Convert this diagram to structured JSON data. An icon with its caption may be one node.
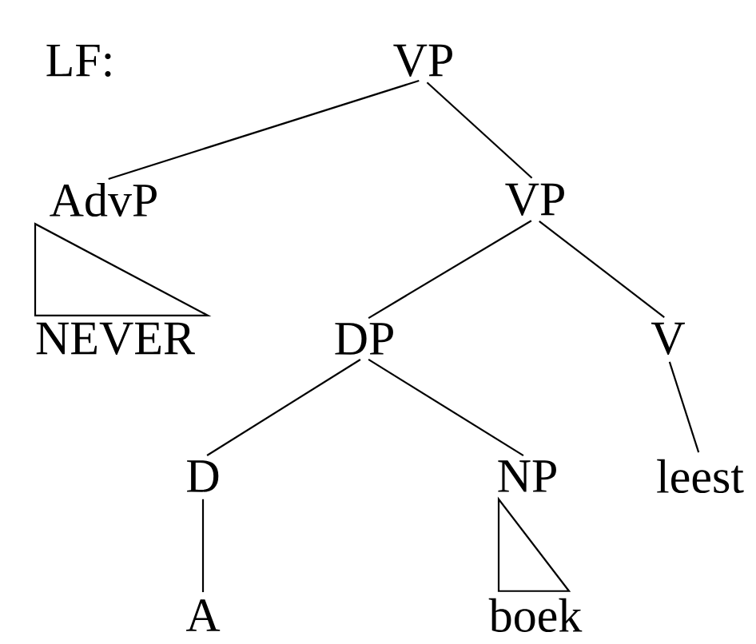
{
  "diagram": {
    "nodes": [
      {
        "text": [
          "VP"
        ]
      },
      {
        "text": [
          "AdvP"
        ]
      },
      {
        "text": [
          "VP"
        ]
      },
      {
        "text": [
          "NEVER"
        ]
      },
      {
        "text": [
          "DP"
        ]
      },
      {
        "text": [
          "V"
        ]
      },
      {
        "text": [
          "D"
        ]
      },
      {
        "text": [
          "NP"
        ]
      },
      {
        "text": [
          "leest"
        ]
      },
      {
        "text": [
          "A"
        ]
      },
      {
        "text": [
          "boek"
        ]
      }
    ],
    "edges": [
      {
        "from": 0,
        "to": 1,
        "arrow": "none"
      },
      {
        "from": 0,
        "to": 2,
        "arrow": "none"
      },
      {
        "from": 1,
        "to": 3,
        "arrow": "none"
      },
      {
        "from": 2,
        "to": 4,
        "arrow": "none"
      },
      {
        "from": 2,
        "to": 5,
        "arrow": "none"
      },
      {
        "from": 4,
        "to": 6,
        "arrow": "none"
      },
      {
        "from": 4,
        "to": 7,
        "arrow": "none"
      },
      {
        "from": 5,
        "to": 8,
        "arrow": "none"
      },
      {
        "from": 6,
        "to": 9,
        "arrow": "none"
      },
      {
        "from": 7,
        "to": 10,
        "arrow": "none"
      }
    ],
    "labels": [
      "LF:"
    ]
  }
}
